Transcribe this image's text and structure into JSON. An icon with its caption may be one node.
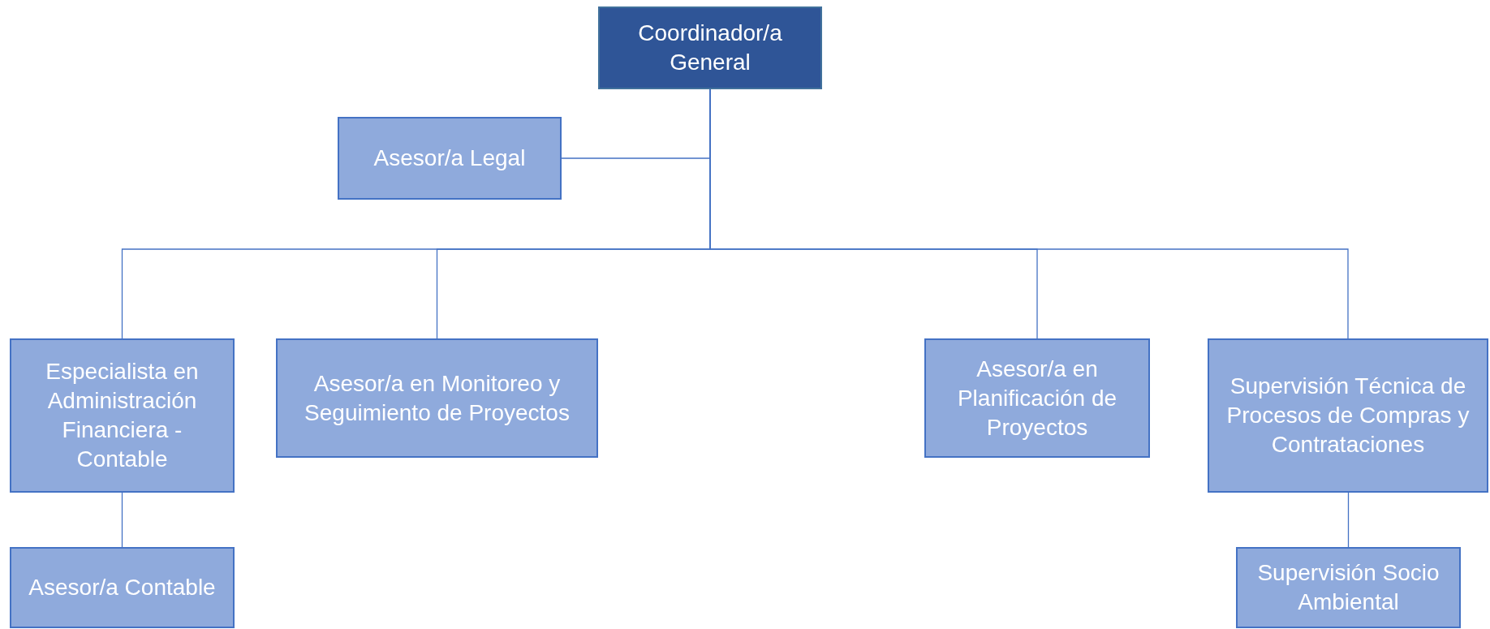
{
  "diagram": {
    "nodes": [
      {
        "text": [
          "Coordinador/a General"
        ]
      },
      {
        "text": [
          "Asesor/a Legal"
        ]
      },
      {
        "text": [
          "Especialista en Administración Financiera - Contable"
        ]
      },
      {
        "text": [
          "Asesor/a en Monitoreo y Seguimiento de Proyectos"
        ]
      },
      {
        "text": [
          "Asesor/a en Planificación de Proyectos"
        ]
      },
      {
        "text": [
          "Supervisión Técnica de Procesos de Compras y Contrataciones"
        ]
      },
      {
        "text": [
          "Asesor/a Contable"
        ]
      },
      {
        "text": [
          "Supervisión Socio Ambiental"
        ]
      }
    ],
    "edges": [
      {
        "from": 0,
        "to": 1,
        "arrow": "none"
      },
      {
        "from": 0,
        "to": 2,
        "arrow": "none"
      },
      {
        "from": 0,
        "to": 3,
        "arrow": "none"
      },
      {
        "from": 0,
        "to": 4,
        "arrow": "none"
      },
      {
        "from": 0,
        "to": 5,
        "arrow": "none"
      },
      {
        "from": 2,
        "to": 6,
        "arrow": "none"
      },
      {
        "from": 5,
        "to": 7,
        "arrow": "none"
      }
    ]
  }
}
